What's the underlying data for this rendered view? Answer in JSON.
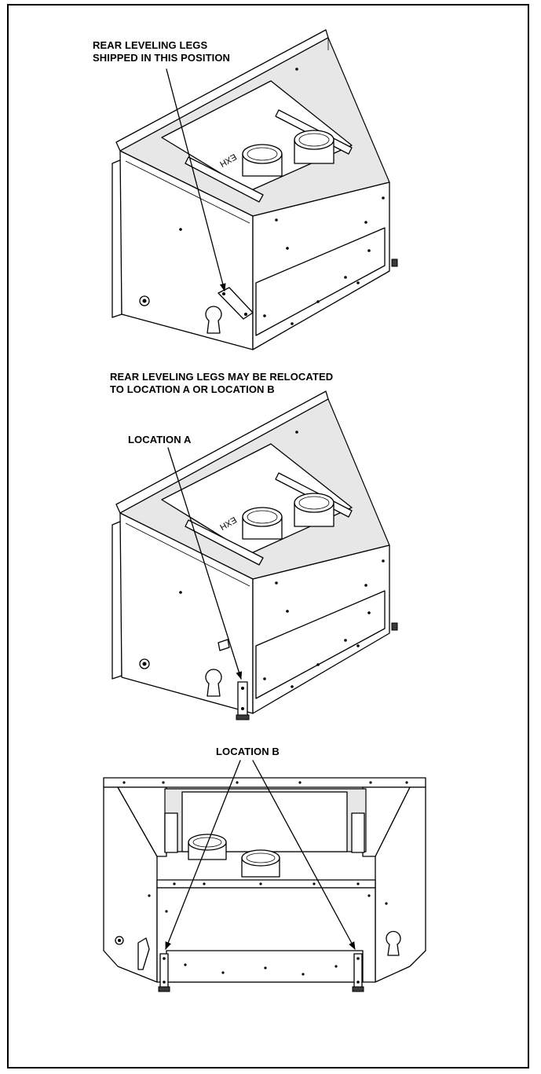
{
  "labels": {
    "shipped_line1": "REAR LEVELING  LEGS",
    "shipped_line2": "SHIPPED IN THIS POSITION",
    "relocate_line1": "REAR LEVELING LEGS MAY BE RELOCATED",
    "relocate_line2": "TO LOCATION A OR LOCATION B",
    "location_a": "LOCATION A",
    "location_b": "LOCATION B"
  },
  "markings": {
    "exhaust_marking": "EXH"
  },
  "colors": {
    "line": "#000000",
    "background": "#ffffff",
    "panel_shade": "#e7e7e7"
  }
}
